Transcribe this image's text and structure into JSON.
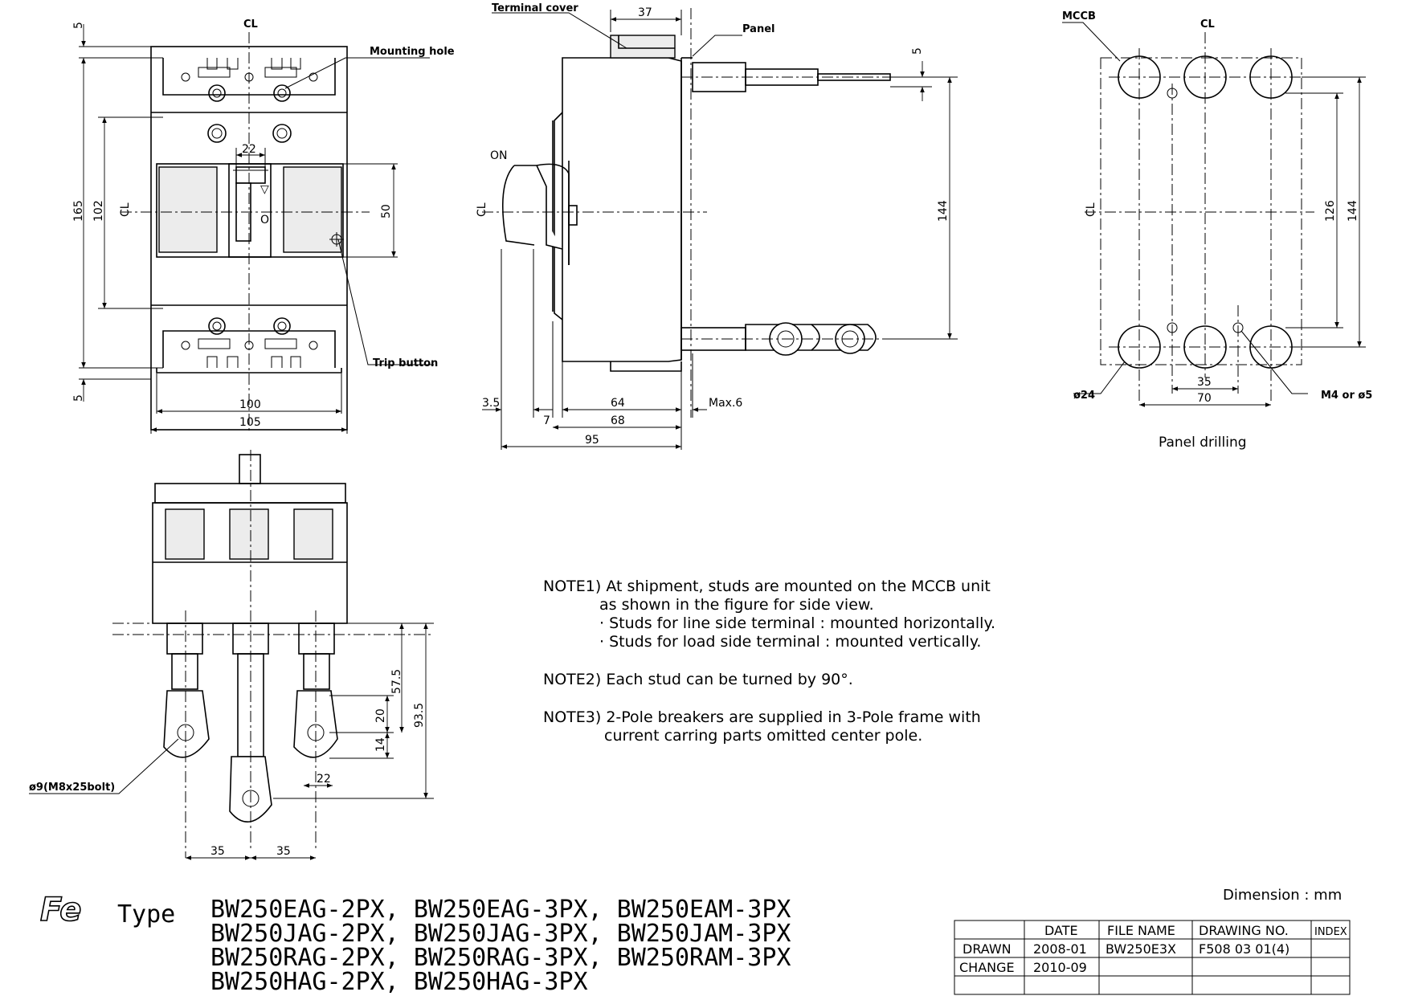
{
  "front_view": {
    "cl_mark": "CL",
    "mounting_hole_label": "Mounting hole",
    "trip_button_label": "Trip button",
    "dim_5_top": "5",
    "dim_5_bottom": "5",
    "dim_165": "165",
    "dim_102": "102",
    "dim_22": "22",
    "dim_50": "50",
    "dim_100": "100",
    "dim_105": "105"
  },
  "side_view": {
    "terminal_cover_label": "Terminal cover",
    "panel_label": "Panel",
    "on_label": "ON",
    "cl_mark": "CL",
    "dim_37": "37",
    "dim_5": "5",
    "dim_144": "144",
    "dim_3_5": "3.5",
    "dim_7": "7",
    "dim_64": "64",
    "dim_68": "68",
    "dim_95": "95",
    "dim_max6": "Max.6"
  },
  "panel_drilling": {
    "mccb_label": "MCCB",
    "cl_mark": "CL",
    "dim_126": "126",
    "dim_144": "144",
    "dim_35": "35",
    "dim_70": "70",
    "dia24_label": "ø24",
    "m4_label": "M4 or ø5",
    "caption": "Panel drilling"
  },
  "bottom_view": {
    "bolt_label": "ø9(M8x25bolt)",
    "dim_57_5": "57.5",
    "dim_93_5": "93.5",
    "dim_20": "20",
    "dim_14": "14",
    "dim_22": "22",
    "dim_35a": "35",
    "dim_35b": "35"
  },
  "notes": [
    "NOTE1) At shipment, studs are mounted on the MCCB unit",
    "as shown in the figure for side view.",
    "· Studs for line side terminal : mounted horizontally.",
    "· Studs for load side terminal : mounted vertically.",
    "NOTE2) Each stud can be turned by 90°.",
    "NOTE3) 2-Pole breakers are supplied in 3-Pole frame with",
    "current carring parts omitted center pole."
  ],
  "dimension_unit": "Dimension : mm",
  "logo_text": "Fe",
  "type_label": "Type",
  "type_lines": [
    "BW250EAG-2PX, BW250EAG-3PX, BW250EAM-3PX",
    "BW250JAG-2PX, BW250JAG-3PX, BW250JAM-3PX",
    "BW250RAG-2PX, BW250RAG-3PX, BW250RAM-3PX",
    "BW250HAG-2PX, BW250HAG-3PX"
  ],
  "title_block": {
    "headers": [
      "DATE",
      "FILE NAME",
      "DRAWING NO.",
      "INDEX"
    ],
    "drawn_label": "DRAWN",
    "drawn_date": "2008-01",
    "file_name": "BW250E3X",
    "drawing_no": "F508 03 01(4)",
    "change_label": "CHANGE",
    "change_date": "2010-09"
  }
}
